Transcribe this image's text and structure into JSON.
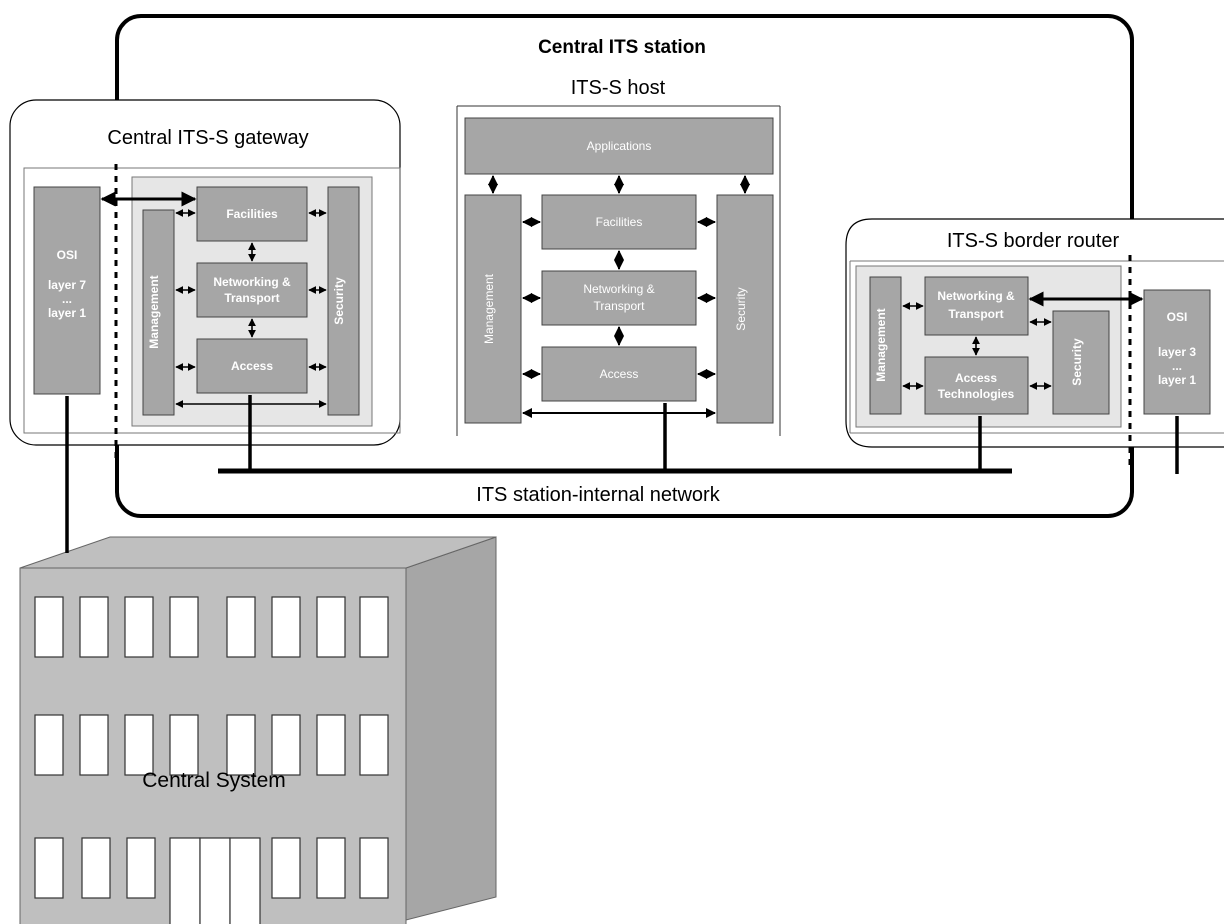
{
  "station": {
    "title": "Central ITS station"
  },
  "host": {
    "title": "ITS-S host",
    "applications": "Applications",
    "management": "Management",
    "facilities": "Facilities",
    "networking_line1": "Networking &",
    "networking_line2": "Transport",
    "access": "Access",
    "security": "Security"
  },
  "gateway": {
    "title": "Central ITS-S gateway",
    "management": "Management",
    "facilities": "Facilities",
    "networking_line1": "Networking &",
    "networking_line2": "Transport",
    "access": "Access",
    "security": "Security",
    "osi": {
      "line1": "OSI",
      "line2": "layer 7",
      "line3": "...",
      "line4": "layer 1"
    }
  },
  "router": {
    "title": "ITS-S border router",
    "management": "Management",
    "networking_line1": "Networking &",
    "networking_line2": "Transport",
    "access_line1": "Access",
    "access_line2": "Technologies",
    "security": "Security",
    "osi": {
      "line1": "OSI",
      "line2": "layer 3",
      "line3": "...",
      "line4": "layer 1"
    }
  },
  "network": {
    "label": "ITS station-internal network"
  },
  "central_system": {
    "label": "Central System"
  },
  "colors": {
    "module": "#a6a6a6",
    "panel": "#e6e6e6",
    "building": "#bfbfbf",
    "line": "#000000"
  }
}
